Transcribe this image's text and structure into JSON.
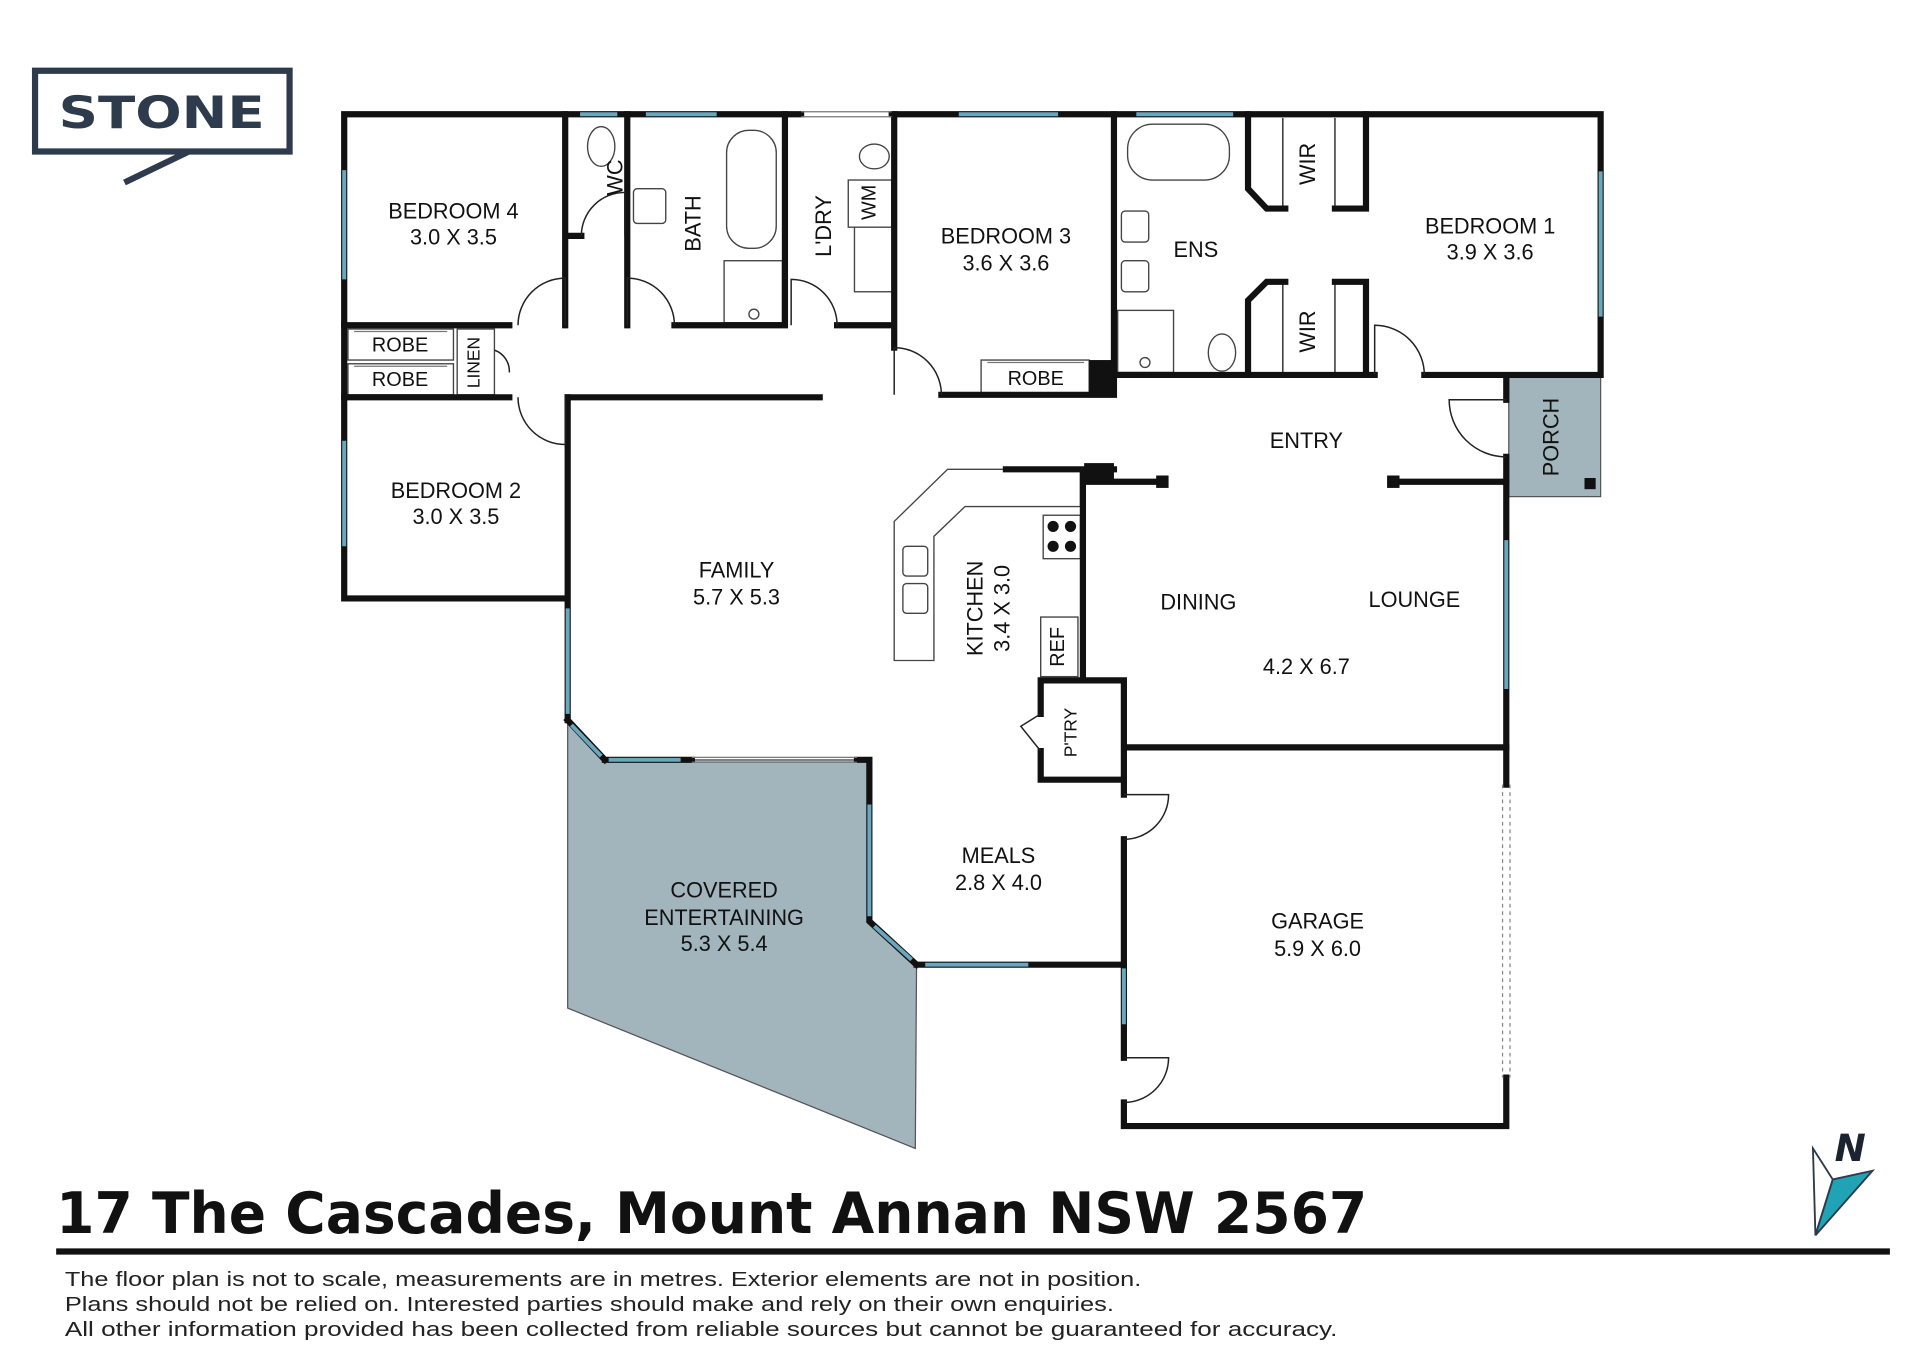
{
  "logo": {
    "text": "STONE"
  },
  "rooms": {
    "bedroom_4": {
      "name": "BEDROOM 4",
      "size": "3.0 X 3.5"
    },
    "bedroom_3": {
      "name": "BEDROOM 3",
      "size": "3.6 X 3.6"
    },
    "bedroom_1": {
      "name": "BEDROOM 1",
      "size": "3.9 X 3.6"
    },
    "bedroom_2": {
      "name": "BEDROOM 2",
      "size": "3.0 X 3.5"
    },
    "family": {
      "name": "FAMILY",
      "size": "5.7 X 5.3"
    },
    "kitchen": {
      "name": "KITCHEN",
      "size": "3.4 X 3.0"
    },
    "dining_lounge": {
      "name_dining": "DINING",
      "name_lounge": "LOUNGE",
      "size": "4.2 X 6.7"
    },
    "meals": {
      "name": "MEALS",
      "size": "2.8 X 4.0"
    },
    "covered_entertaining": {
      "name_line_1": "COVERED",
      "name_line_2": "ENTERTAINING",
      "size": "5.3 X 5.4"
    },
    "garage": {
      "name": "GARAGE",
      "size": "5.9 X 6.0"
    }
  },
  "labels": {
    "wc": "WC",
    "bath": "BATH",
    "laundry": "L'DRY",
    "washing_machine": "WM",
    "ensuite": "ENS",
    "wir_upper": "WIR",
    "wir_lower": "WIR",
    "robe_upper": "ROBE",
    "robe_lower": "ROBE",
    "robe_bedroom_3": "ROBE",
    "linen": "LINEN",
    "entry": "ENTRY",
    "porch": "PORCH",
    "refrigerator": "REF",
    "pantry": "P'TRY"
  },
  "address": "17 The Cascades, Mount Annan NSW 2567",
  "disclaimer": [
    "The floor plan is not to scale, measurements are in metres. Exterior elements are not in position.",
    "Plans should not be relied on. Interested parties should make and rely on their own enquiries.",
    "All other information provided has been collected from reliable sources but cannot be guaranteed for accuracy."
  ],
  "compass": {
    "label": "N",
    "icon": "north-arrow-icon"
  },
  "colors": {
    "wall": "#111111",
    "window": "#6aa7bd",
    "shade": "#a3b5bc",
    "logo": "#2d3b4c",
    "compass": "#1fa3b5"
  }
}
